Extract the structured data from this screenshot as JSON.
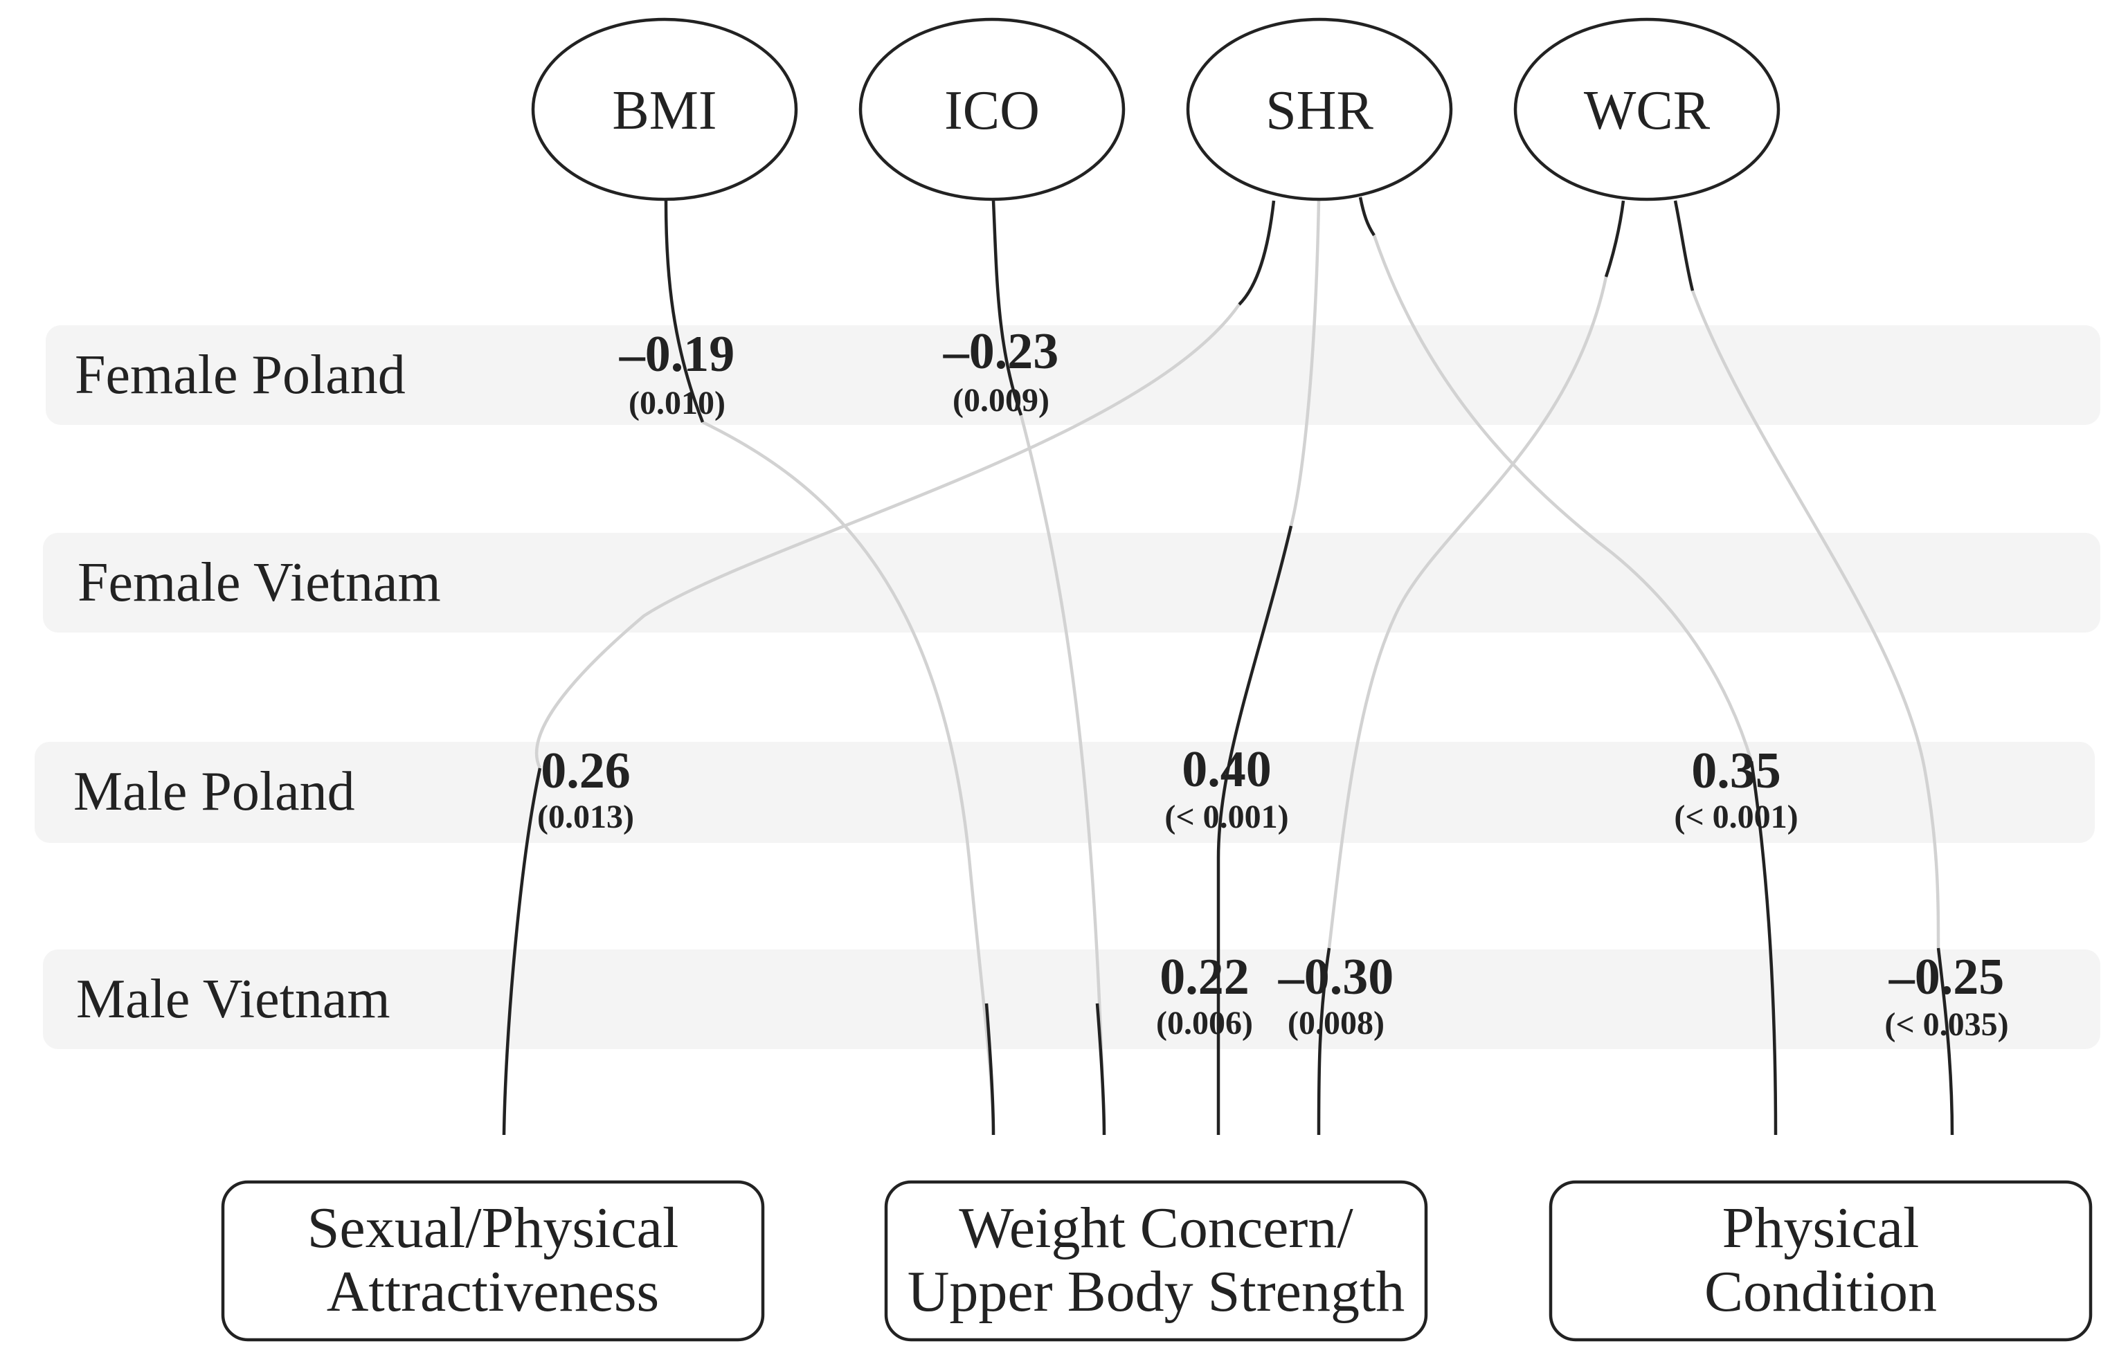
{
  "rows": [
    {
      "label": "Female Poland"
    },
    {
      "label": "Female Vietnam"
    },
    {
      "label": "Male Poland"
    },
    {
      "label": "Male Vietnam"
    }
  ],
  "predictors": [
    {
      "label": "BMI"
    },
    {
      "label": "ICO"
    },
    {
      "label": "SHR"
    },
    {
      "label": "WCR"
    }
  ],
  "outcomes": [
    {
      "line1": "Sexual/Physical",
      "line2": "Attractiveness"
    },
    {
      "line1": "Weight Concern/",
      "line2": "Upper Body Strength"
    },
    {
      "line1": "Physical",
      "line2": "Condition"
    }
  ],
  "paths": [
    {
      "from": "BMI",
      "to": "Weight Concern/Upper Body Strength",
      "group": "Female Poland",
      "coef": "–0.19",
      "p": "(0.010)"
    },
    {
      "from": "ICO",
      "to": "Weight Concern/Upper Body Strength",
      "group": "Female Poland",
      "coef": "–0.23",
      "p": "(0.009)"
    },
    {
      "from": "SHR",
      "to": "Sexual/Physical Attractiveness",
      "group": "Male Poland",
      "coef": "0.26",
      "p": "(0.013)"
    },
    {
      "from": "SHR",
      "to": "Weight Concern/Upper Body Strength",
      "group": "Male Poland",
      "coef": "0.40",
      "p": "(< 0.001)"
    },
    {
      "from": "SHR",
      "to": "Physical Condition",
      "group": "Male Poland",
      "coef": "0.35",
      "p": "(< 0.001)"
    },
    {
      "from": "WCR",
      "to": "Weight Concern/Upper Body Strength",
      "group": "Male Vietnam",
      "coef": "–0.30",
      "p": "(0.008)"
    },
    {
      "from": "SHR",
      "to": "Weight Concern/Upper Body Strength",
      "group": "Male Vietnam",
      "coef": "0.22",
      "p": "(0.006)"
    },
    {
      "from": "WCR",
      "to": "Physical Condition",
      "group": "Male Vietnam",
      "coef": "–0.25",
      "p": "(< 0.035)"
    }
  ],
  "colors": {
    "dark_line": "#222222",
    "light_line": "#d2d2d2",
    "band": "#f4f4f4"
  }
}
